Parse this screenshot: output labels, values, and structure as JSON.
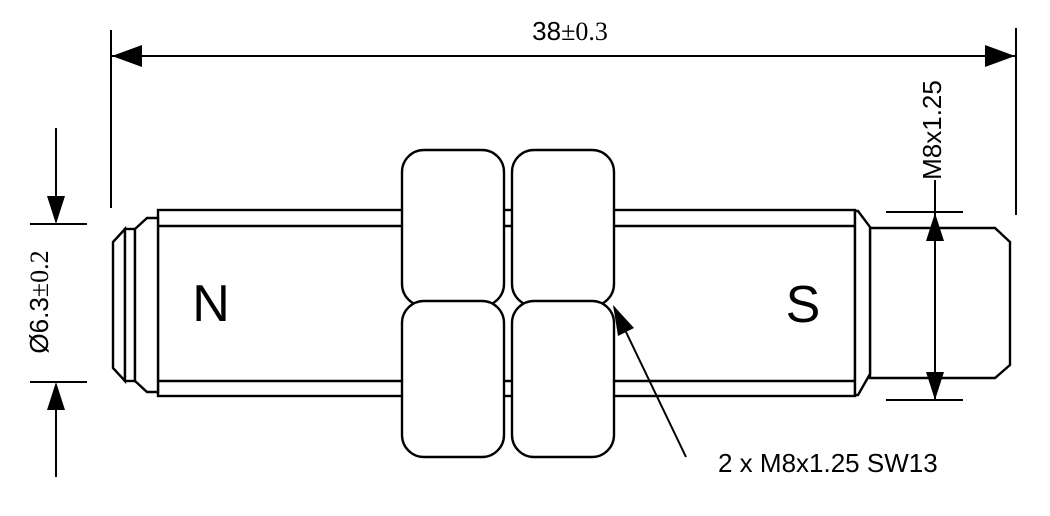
{
  "drawing": {
    "kind": "technical-drawing",
    "component": "cylindrical magnet with M8 thread and two hex nuts",
    "colors": {
      "line": "#000000",
      "background": "#ffffff"
    },
    "poles": {
      "left": "N",
      "right": "S"
    },
    "dimensions": {
      "overall_length": {
        "value": "38",
        "tolerance": "±0.3",
        "text": "38±0.3"
      },
      "body_diameter": {
        "value": "Ø6.3",
        "tolerance": "±0.2",
        "text": "Ø6.3±0.2"
      },
      "thread_label": "M8x1.25",
      "nut_note": "2 x M8x1.25 SW13"
    }
  }
}
